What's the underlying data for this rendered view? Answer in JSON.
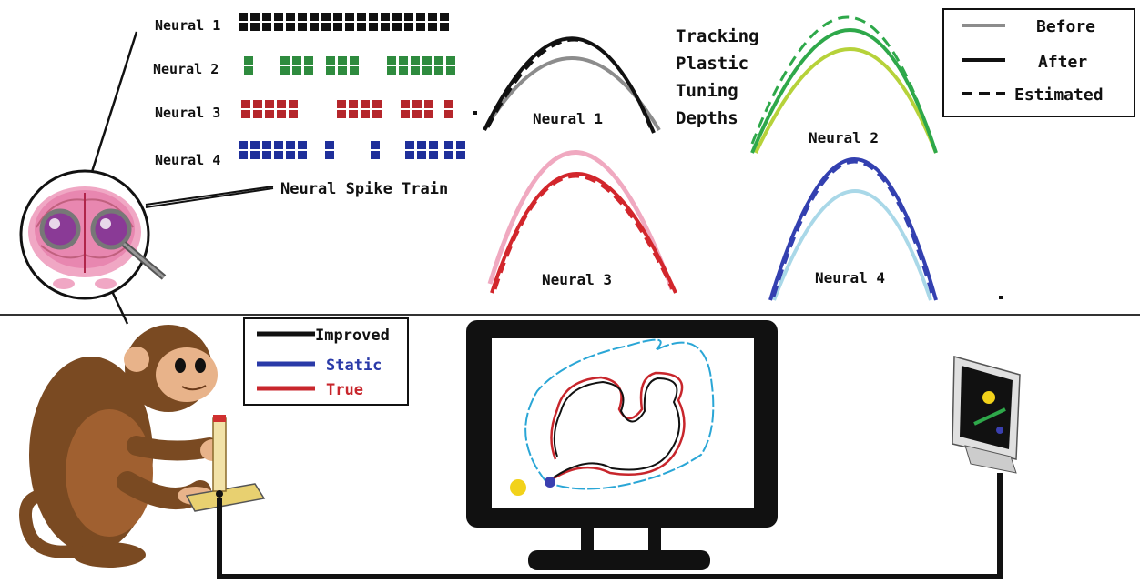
{
  "spike_panel": {
    "rows": [
      {
        "label": "Neural 1",
        "color": "#111111"
      },
      {
        "label": "Neural 2",
        "color": "#2e8b3e"
      },
      {
        "label": "Neural 3",
        "color": "#b5262b"
      },
      {
        "label": "Neural 4",
        "color": "#1f2f9a"
      }
    ],
    "caption": "Neural Spike Train"
  },
  "tuning": {
    "title_lines": [
      "Tracking",
      "Plastic",
      "Tuning",
      "Depths"
    ],
    "curves": [
      {
        "label": "Neural 1",
        "before_color": "#8c8c8c",
        "after_color": "#111111",
        "est_color": "#111111"
      },
      {
        "label": "Neural 2",
        "before_color": "#b6d23a",
        "after_color": "#2ea84a",
        "est_color": "#2ea84a"
      },
      {
        "label": "Neural 3",
        "before_color": "#f0a9c0",
        "after_color": "#d2262c",
        "est_color": "#d2262c"
      },
      {
        "label": "Neural 4",
        "before_color": "#a9d8e8",
        "after_color": "#3340b0",
        "est_color": "#3340b0"
      }
    ],
    "legend": {
      "before": "Before",
      "after": "After",
      "estimated": "Estimated"
    }
  },
  "trajectory_legend": {
    "improved": {
      "label": "Improved",
      "color": "#111111"
    },
    "static": {
      "label": "Static",
      "color": "#2a3aa8"
    },
    "true": {
      "label": "True",
      "color": "#c8262c"
    }
  },
  "icons": {
    "monkey": "monkey-icon",
    "brain": "brain-magnifier-icon",
    "joystick": "joystick-icon",
    "monitor": "monitor-icon",
    "remote_display": "small-monitor-icon"
  },
  "colors": {
    "cursor_yellow": "#f2d21a",
    "cursor_blue": "#3a3fb0",
    "path_cyan": "#2aa6d6"
  }
}
